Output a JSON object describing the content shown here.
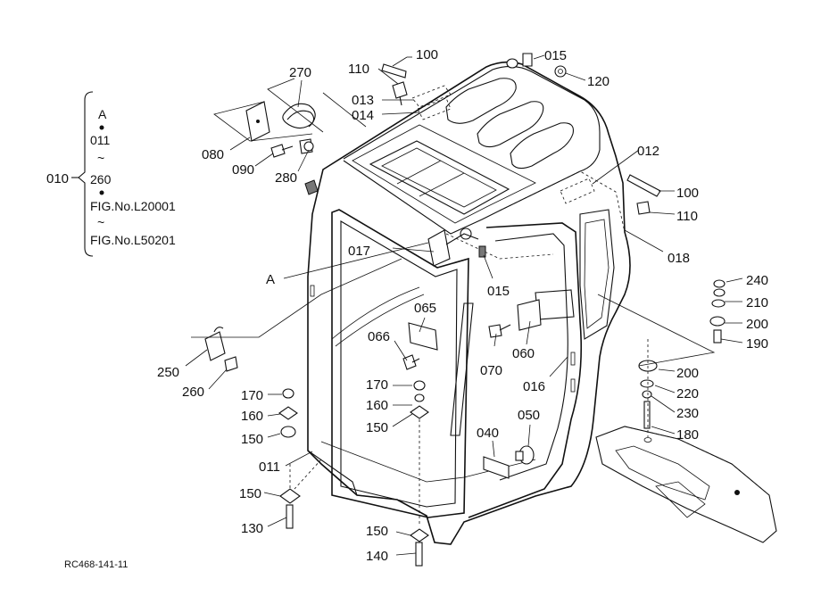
{
  "legend": {
    "group_label": "010",
    "lines": [
      "A",
      "011",
      "~",
      "260",
      "FIG.No.L20001",
      "~",
      "FIG.No.L50201"
    ]
  },
  "callouts": {
    "p100a": "100",
    "p110a": "110",
    "p270": "270",
    "p013": "013",
    "p014": "014",
    "p015a": "015",
    "p120": "120",
    "p080": "080",
    "p090": "090",
    "p280": "280",
    "p012": "012",
    "p100b": "100",
    "p110b": "110",
    "p017": "017",
    "p018": "018",
    "pA": "A",
    "p015b": "015",
    "p240": "240",
    "p210": "210",
    "p200a": "200",
    "p190": "190",
    "p065": "065",
    "p066": "066",
    "p070": "070",
    "p060": "060",
    "p250": "250",
    "p260": "260",
    "p200b": "200",
    "p220": "220",
    "p230": "230",
    "p016": "016",
    "p170a": "170",
    "p160a": "160",
    "p150a": "150",
    "p170b": "170",
    "p160b": "160",
    "p150b": "150",
    "p050": "050",
    "p180": "180",
    "p040": "040",
    "p011": "011",
    "p150c": "150",
    "p130": "130",
    "p150d": "150",
    "p140": "140"
  },
  "footer": {
    "figure_code": "RC468-141-11"
  }
}
